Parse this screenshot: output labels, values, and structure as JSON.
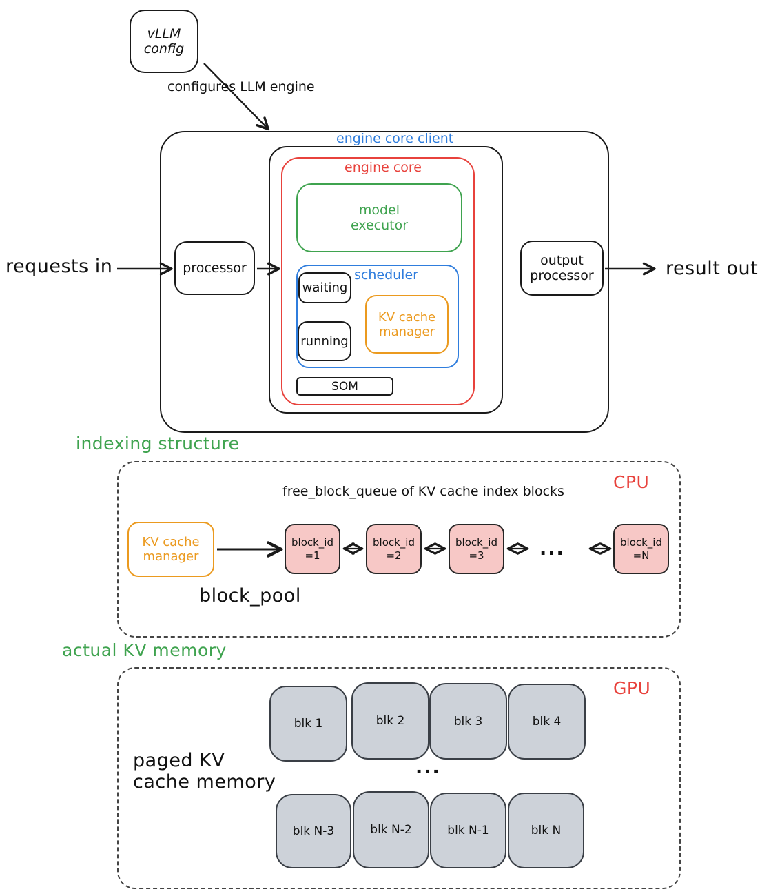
{
  "top": {
    "vllm_config": "vLLM\nconfig",
    "configures_label": "configures LLM engine",
    "engine_core_client": "engine core client",
    "engine_core": "engine core",
    "model_executor": "model\nexecutor",
    "scheduler": "scheduler",
    "waiting": "waiting",
    "running": "running",
    "kv_cache_manager": "KV cache\nmanager",
    "som": "SOM",
    "requests_in": "requests in",
    "processor": "processor",
    "output_processor": "output\nprocessor",
    "result_out": "result out"
  },
  "indexing": {
    "section_title": "indexing structure",
    "device_label": "CPU",
    "queue_title": "free_block_queue of KV cache index blocks",
    "kv_cache_manager": "KV cache\nmanager",
    "block_pool": "block_pool",
    "blocks": [
      "block_id\n=1",
      "block_id\n=2",
      "block_id\n=3",
      "block_id\n=N"
    ],
    "ellipsis": "..."
  },
  "memory": {
    "section_title": "actual KV memory",
    "device_label": "GPU",
    "paged_label": "paged KV\ncache memory",
    "row1": [
      "blk 1",
      "blk 2",
      "blk 3",
      "blk 4"
    ],
    "row2": [
      "blk N-3",
      "blk N-2",
      "blk N-1",
      "blk N"
    ],
    "ellipsis": "..."
  },
  "colors": {
    "blue": "#2f7ddd",
    "red": "#e8423c",
    "green": "#3fa34f",
    "orange": "#eb9a1f",
    "pink_fill": "#f7c8c6",
    "gray_fill": "#cdd2d9",
    "ink": "#1a1a1a"
  }
}
